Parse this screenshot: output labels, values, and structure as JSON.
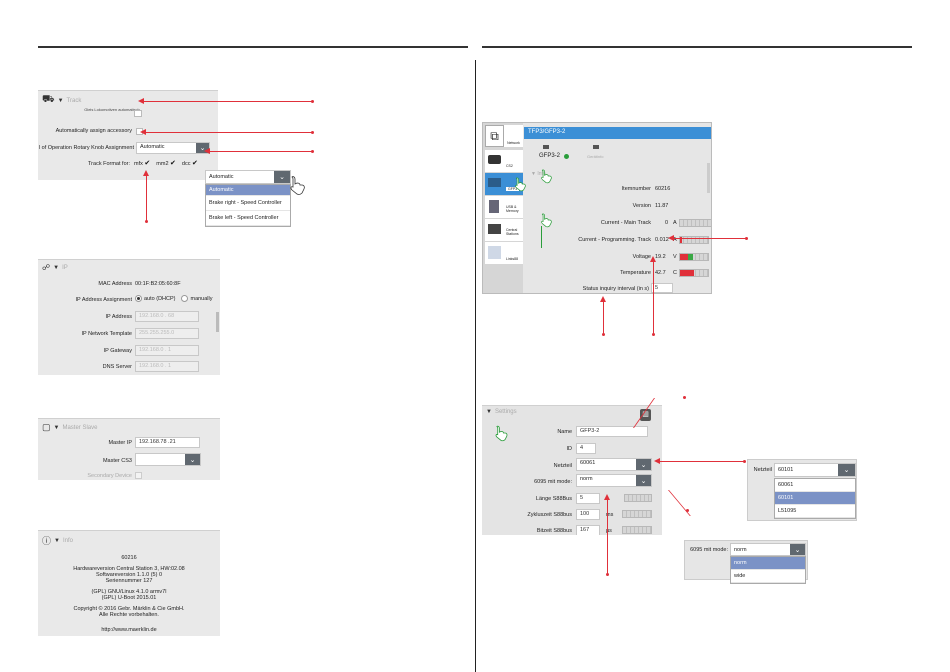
{
  "track_panel": {
    "header": "Track",
    "locomotive_note": "Gleis Lokomotiven automatisch",
    "auto_accessory_label": "Automatically assign accessory",
    "rotary_label": "l of Operation Rotary Knob Assignment",
    "rotary_value": "Automatic",
    "track_format_label": "Track Format for:",
    "formats": [
      "mfx",
      "mm2",
      "dcc"
    ],
    "dropdown_selected": "Automatic",
    "dropdown_options": [
      "Automatic",
      "Brake right - Speed Controller",
      "Brake left - Speed Controller"
    ]
  },
  "ip_panel": {
    "header": "IP",
    "mac_label": "MAC Address",
    "mac_value": "00:1F:B2:05:60:8F",
    "assignment_label": "IP Address Assignment",
    "opt_auto": "auto (DHCP)",
    "opt_manual": "manually",
    "ip_label": "IP Address",
    "ip_value": "192.168.0 . 68",
    "mask_label": "IP Network Template",
    "mask_value": "255.255.255.0",
    "gateway_label": "IP Gateway",
    "gateway_value": "192.168.0 . 1",
    "dns_label": "DNS Server",
    "dns_value": "192.168.0 . 1"
  },
  "master_panel": {
    "header": "Master Slave",
    "master_ip_label": "Master IP",
    "master_ip_value": "192.168.78 .21",
    "master_cs3_label": "Master CS3",
    "secondary_label": "Secondary Device"
  },
  "info_panel": {
    "header": "Info",
    "lines": [
      "60216",
      "Hardwareversion  Central Station 3, HW:02.08",
      "Softwareversion  1.1.0 (5) 0",
      "Seriennummer  127",
      "",
      "(GPL) GNU/Linux 4.1.0 armv7l",
      "(GPL) U-Boot 2015.01",
      "",
      "Copyright © 2016 Gebr. Märklin & Cie GmbH.",
      "Alle Rechte vorbehalten.",
      "",
      "http://www.maerklin.de"
    ]
  },
  "cs_window": {
    "title": "TFP3/GFP3-2",
    "sidebar": [
      "Network",
      "CS2",
      "GFP3",
      "USB & Memory",
      "Central Stations",
      "Links88"
    ],
    "device_name": "GFP3-2",
    "device_sub": "Gerätinfo",
    "info_header": "Info",
    "rows": [
      {
        "label": "Itemnumber",
        "value": "60216",
        "unit": ""
      },
      {
        "label": "Version",
        "value": "11.87",
        "unit": ""
      },
      {
        "label": "Current - Main Track",
        "value": "0",
        "unit": "A"
      },
      {
        "label": "Current - Programming. Track",
        "value": "0.012",
        "unit": "A"
      },
      {
        "label": "Voltage",
        "value": "19.2",
        "unit": "V"
      },
      {
        "label": "Temperature",
        "value": "42.7",
        "unit": "C"
      }
    ],
    "status_label": "Status inquiry interval (in s)",
    "status_value": "5"
  },
  "settings_panel": {
    "header": "Settings",
    "name_label": "Name",
    "name_value": "GFP3-2",
    "id_label": "ID",
    "id_value": "4",
    "netzteil_label": "Netzteil",
    "netzteil_value": "60061",
    "mode_label": "6095 mit mode:",
    "mode_value": "norm",
    "s88_len_label": "Länge S88Bus",
    "s88_len_value": "5",
    "s88_cycle_label": "Zykluszeit S88bus",
    "s88_cycle_value": "100",
    "s88_cycle_unit": "ms",
    "s88_bit_label": "Bitzeit S88bus",
    "s88_bit_value": "167",
    "s88_bit_unit": "µs"
  },
  "netzteil_popup": {
    "label": "Netzteil",
    "value": "60101",
    "options": [
      "60061",
      "60101",
      "L51095"
    ],
    "selected_index": 1
  },
  "mode_popup": {
    "label": "6095 mit mode:",
    "value": "norm",
    "options": [
      "norm",
      "wide"
    ],
    "selected_index": 0
  },
  "colors": {
    "titlebar_blue": "#3b8fd6",
    "highlight": "#7b92c6",
    "callout_red": "#e0303a",
    "panel_gray": "#e9e9e9"
  }
}
